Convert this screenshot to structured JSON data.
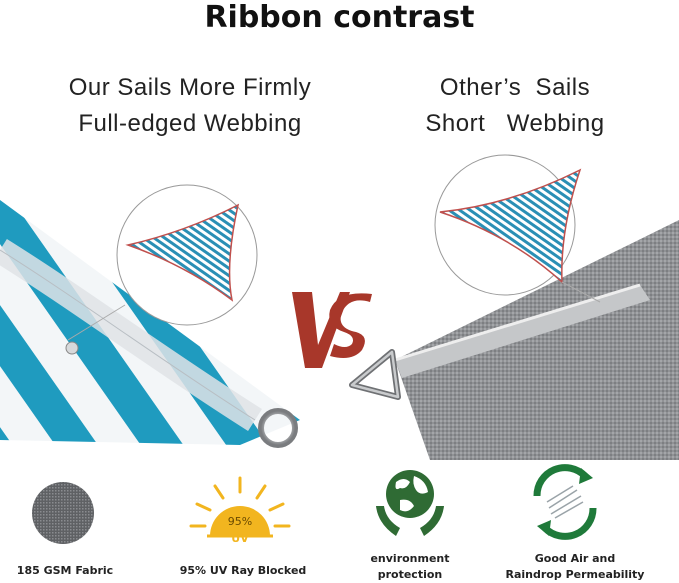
{
  "header": {
    "title": "Ribbon contrast"
  },
  "comparison": {
    "ours": {
      "line1": "Our Sails More Firmly",
      "line2": "Full-edged Webbing"
    },
    "others": {
      "line1": "Other’s  Sails",
      "line2": "Short   Webbing"
    },
    "vs_text": "VS"
  },
  "features": [
    {
      "label": "185 GSM Fabric",
      "icon": "fabric-swatch-icon"
    },
    {
      "label": "95% UV Ray Blocked",
      "icon": "sun-uv-icon",
      "badge_line1": "95%",
      "badge_line2": "UV"
    },
    {
      "label_line1": "environment",
      "label_line2": "protection",
      "icon": "earth-hands-icon"
    },
    {
      "label_line1": "Good Air and",
      "label_line2": "Raindrop Permeability",
      "icon": "recycle-air-icon"
    }
  ],
  "colors": {
    "teal": "#1f9bbf",
    "white_stripe": "#f3f6f8",
    "grey_fabric": "#8f9194",
    "vs_red": "#b0392b",
    "sun_yellow": "#f2b51f",
    "eco_green": "#2f6b34"
  }
}
